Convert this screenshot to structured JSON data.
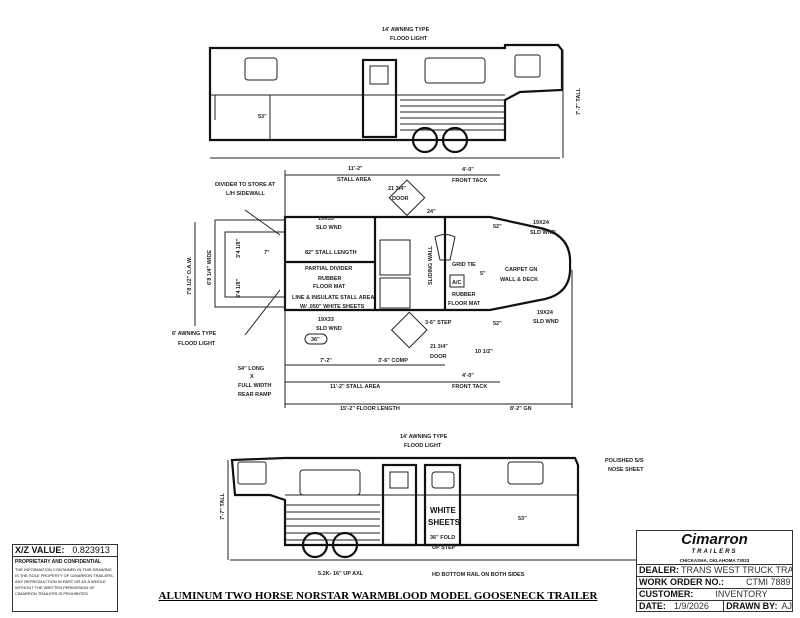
{
  "top_view": {
    "awning_label_1": "14' AWNING TYPE",
    "awning_label_2": "FLOOD LIGHT",
    "height_label": "7'-7\" TALL",
    "dim_53": "53\""
  },
  "floor_plan": {
    "stall_area_top": "11'-2\"",
    "stall_area_top_label": "STALL AREA",
    "front_tack_top": "4'-0\"",
    "front_tack_top_label": "FRONT TACK",
    "divider_1": "DIVIDER TO STORE AT",
    "divider_2": "L/H SIDEWALL",
    "window_top_size": "19X33",
    "window_top_label": "SLD WND",
    "stall_length": "82\" STALL LENGTH",
    "dim_7": "7\"",
    "partial_divider": "PARTIAL DIVIDER",
    "rubber_mat_1": "RUBBER",
    "rubber_mat_2": "FLOOR MAT",
    "stall_area_note_1": "LINE & INSULATE STALL AREA",
    "stall_area_note_2": "W/ .050\" WHITE SHEETS",
    "window_bottom_size": "19X33",
    "window_bottom_label": "SLD WND",
    "dim_36": "36\"",
    "oaw": "7'8 1/2\" O.A.W.",
    "wide": "6'8 1/4\" WIDE",
    "half_1": "3'4 1/8\"",
    "half_2": "3'4 1/8\"",
    "awning_left_1": "6' AWNING TYPE",
    "awning_left_2": "FLOOD LIGHT",
    "ramp_1": "54\" LONG",
    "ramp_2": "X",
    "ramp_3": "FULL WIDTH",
    "ramp_4": "REAR RAMP",
    "dim_72": "7'-2\"",
    "comp": "3'-6\" COMP",
    "stall_area_bottom": "11'-2\" STALL AREA",
    "front_tack_bottom": "4'-0\"",
    "front_tack_bottom_label": "FRONT TACK",
    "floor_length": "15'-2\" FLOOR LENGTH",
    "gn_length": "8'-2\" GN",
    "door_top": "21 3/4\"",
    "door_top_label": "DOOR",
    "dim_24": "24\"",
    "door_bottom": "21 3/4\"",
    "door_bottom_label": "DOOR",
    "dim_10": "10 1/2\"",
    "step": "3-6\" STEP",
    "sliding_wall": "SLIDING WALL",
    "tack_mat_1": "RUBBER",
    "tack_mat_2": "FLOOR MAT",
    "ac": "A/C",
    "dim_5": "5\"",
    "dim_52_top": "52\"",
    "dim_52_bottom": "52\"",
    "gn_window_top_size": "19X24",
    "gn_window_top_label": "SLD WND",
    "gn_window_bottom_size": "19X24",
    "gn_window_bottom_label": "SLD WND",
    "carpet_1": "CARPET GN",
    "carpet_2": "WALL & DECK",
    "grid_tie": "GRID TIE"
  },
  "bottom_view": {
    "awning_1": "14' AWNING TYPE",
    "awning_2": "FLOOD LIGHT",
    "height_label": "7'-7\" TALL",
    "white_sheets_1": "WHITE",
    "white_sheets_2": "SHEETS",
    "fold_step_1": "36\" FOLD",
    "fold_step_2": "UP STEP",
    "nose_1": "POLISHED S/S",
    "nose_2": "NOSE SHEET",
    "dim_53": "53\"",
    "axle": "5.2K- 16\" UP AXL",
    "rail": "HD BOTTOM RAIL ON BOTH SIDES"
  },
  "xz_block": {
    "label": "X/Z VALUE:",
    "value": "0.823913",
    "conf_title": "PROPRIETARY AND CONFIDENTIAL",
    "conf_text": "THE INFORMATION CONTAINED IN THIS DRAWING IS THE SOLE PROPERTY OF CIMARRON TRAILERS. ANY REPRODUCTION IN PART OR AS A WHOLE WITHOUT THE WRITTEN PERMISSION OF CIMARRON TRAILERS IS PROHIBITED."
  },
  "title_block": {
    "logo_1": "Cimarron",
    "logo_2": "TRAILERS",
    "address": "CHICKASHA, OKLAHOMA 73023",
    "dealer_label": "DEALER:",
    "dealer": "TRANS WEST TRUCK TRAILER RV",
    "wo_label": "WORK ORDER NO.:",
    "wo": "CTMI 7889",
    "customer_label": "CUSTOMER:",
    "customer": "INVENTORY",
    "date_label": "DATE:",
    "date": "1/9/2026",
    "drawn_label": "DRAWN BY:",
    "drawn": "AJ"
  },
  "drawing_title": "ALUMINUM TWO HORSE NORSTAR WARMBLOOD MODEL GOOSENECK TRAILER"
}
